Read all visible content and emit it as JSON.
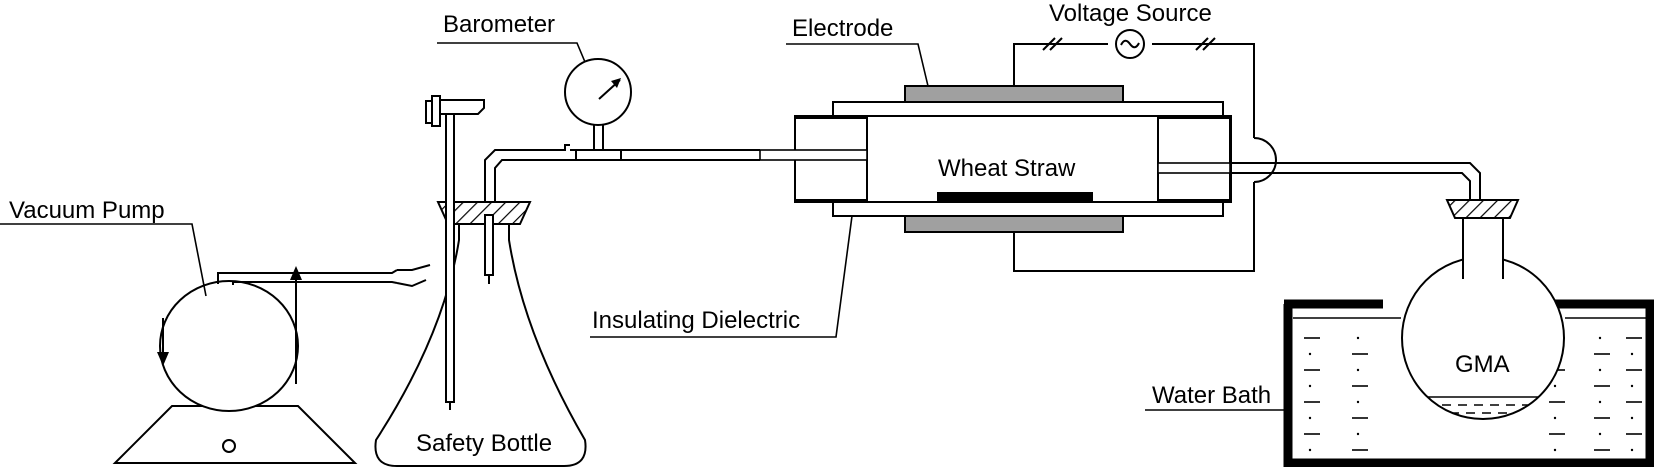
{
  "labels": {
    "barometer": "Barometer",
    "electrode": "Electrode",
    "voltage_source": "Voltage Source",
    "vacuum_pump": "Vacuum Pump",
    "wheat_straw": "Wheat Straw",
    "insulating_dielectric": "Insulating Dielectric",
    "safety_bottle": "Safety Bottle",
    "water_bath": "Water Bath",
    "gma": "GMA"
  },
  "colors": {
    "line": "#000000",
    "electrode": "#a0a0a0",
    "wheat_straw": "#000000",
    "background": "#ffffff"
  },
  "icons": {
    "voltage_source": "ac-source-icon",
    "barometer": "pressure-gauge-icon",
    "flow_in": "arrow-down-icon",
    "flow_out": "arrow-up-icon"
  }
}
